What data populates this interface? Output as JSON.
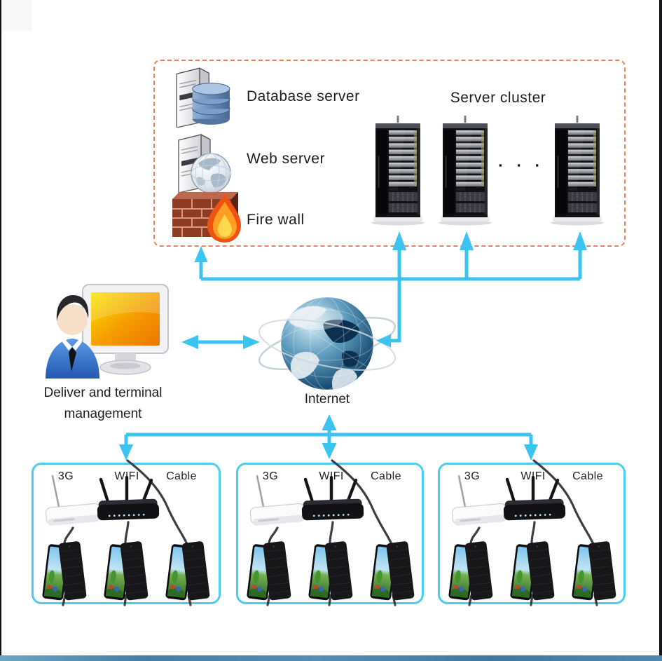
{
  "colors": {
    "arrow": "#3bc4f0",
    "dashed_border": "#e8845c",
    "group_border": "#4ecbef",
    "text": "#1d1d1f",
    "bottom_bar": "#4f8cb0"
  },
  "icons": {
    "database_server": "database-server-icon",
    "web_server": "web-server-icon",
    "firewall": "firewall-icon",
    "server_rack": "server-rack-icon",
    "admin_workstation": "admin-workstation-icon",
    "internet_globe": "internet-globe-icon",
    "modem_3g": "3g-modem-icon",
    "wifi_router": "wifi-router-icon",
    "phone_pair": "smartphone-pair-icon"
  },
  "server_zone": {
    "items": [
      {
        "label": "Database server"
      },
      {
        "label": "Web server"
      },
      {
        "label": "Fire wall"
      }
    ],
    "cluster": {
      "label": "Server cluster",
      "ellipsis": "▪ ▪ ▪",
      "rack_count": 3
    }
  },
  "management": {
    "label_line1": "Deliver and terminal",
    "label_line2": "management"
  },
  "internet": {
    "label": "Internet"
  },
  "bottom_groups": [
    {
      "connections": [
        {
          "label": "3G"
        },
        {
          "label": "WIFI"
        },
        {
          "label": "Cable"
        }
      ]
    },
    {
      "connections": [
        {
          "label": "3G"
        },
        {
          "label": "WIFI"
        },
        {
          "label": "Cable"
        }
      ]
    },
    {
      "connections": [
        {
          "label": "3G"
        },
        {
          "label": "WIFI"
        },
        {
          "label": "Cable"
        }
      ]
    }
  ]
}
